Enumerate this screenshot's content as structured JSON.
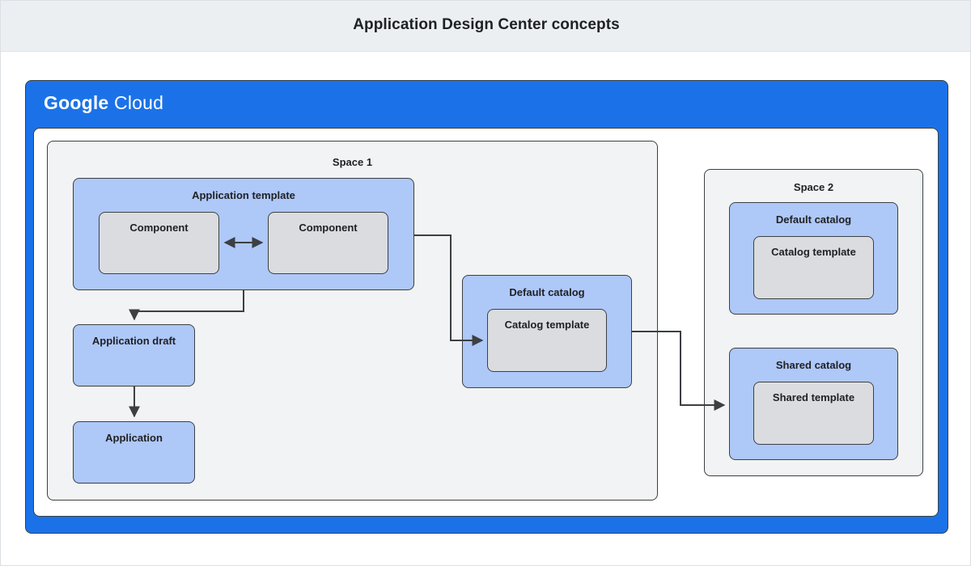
{
  "header": {
    "title": "Application Design Center concepts"
  },
  "cloud_panel": {
    "logo_primary": "Google",
    "logo_secondary": "Cloud"
  },
  "space1": {
    "label": "Space 1",
    "application_template": {
      "label": "Application template",
      "components": [
        {
          "label": "Component"
        },
        {
          "label": "Component"
        }
      ]
    },
    "application_draft": {
      "label": "Application draft"
    },
    "application": {
      "label": "Application"
    },
    "default_catalog": {
      "label": "Default catalog",
      "template": {
        "label": "Catalog template"
      }
    }
  },
  "space2": {
    "label": "Space 2",
    "default_catalog": {
      "label": "Default catalog",
      "template": {
        "label": "Catalog template"
      }
    },
    "shared_catalog": {
      "label": "Shared catalog",
      "template": {
        "label": "Shared template"
      }
    }
  },
  "colors": {
    "header_bg": "#eceff1",
    "cloud_blue": "#1b72e8",
    "box_blue": "#aec8f8",
    "box_gray": "#dadce0",
    "space_bg": "#f1f3f4",
    "stroke": "#3c4043",
    "text": "#202124"
  }
}
